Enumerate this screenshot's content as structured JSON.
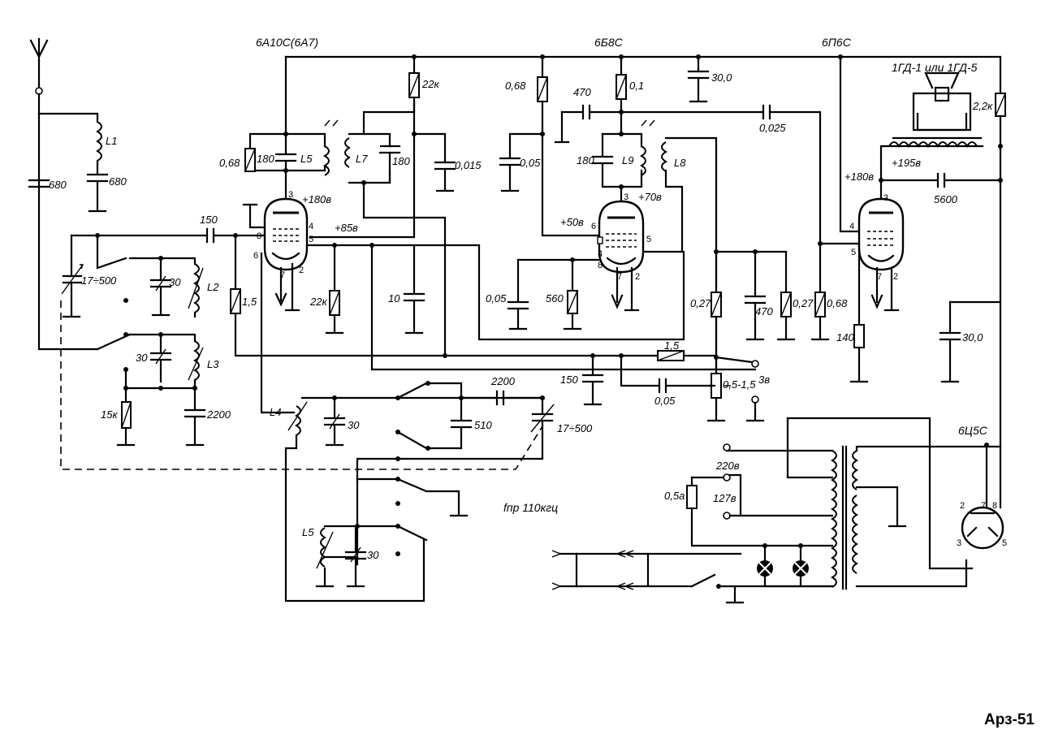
{
  "tubes": {
    "t1": "6А10С(6А7)",
    "t2": "6Б8С",
    "t3": "6П6С",
    "t4": "6Ц5С"
  },
  "speaker": "1ГД-1 или 1ГД-5",
  "code": "Арз-51",
  "labels": {
    "c680a": "680",
    "c680b": "680",
    "L1": "L1",
    "r068a": "0,68",
    "c180a": "180",
    "L5top": "L5",
    "L7": "L7",
    "c180b": "180",
    "c0015": "0,015",
    "r22k_top": "22к",
    "v180": "+180в",
    "v85": "+85в",
    "c150a": "150",
    "c17500a": "17÷500",
    "c30a": "30",
    "L2": "L2",
    "c30b": "30",
    "L3": "L3",
    "r15k": "15к",
    "c2200a": "2200",
    "r15": "1,5",
    "r22k": "22к",
    "c10": "10",
    "r068b": "0,68",
    "c470a": "470",
    "r01": "0,1",
    "c30_0a": "30,0",
    "c0025": "0,025",
    "c005a": "0,05",
    "c180c": "180",
    "L9": "L9",
    "L8": "L8",
    "v70": "+70в",
    "v50": "+50в",
    "c005b": "0,05",
    "r560": "560",
    "r027a": "0,27",
    "c470b": "470",
    "r027b": "0,27",
    "r068c": "0,68",
    "r1_5b": "1,5",
    "c150b": "150",
    "c005c": "0,05",
    "r05": "0,5-1,5",
    "v3v": "3в",
    "L4": "L4",
    "c30c": "30",
    "c2200b": "2200",
    "c510": "510",
    "c17500b": "17÷500",
    "L5bot": "L5",
    "c30d": "30",
    "fif": "fпр 110кгц",
    "r22k_spk": "2,2к",
    "v195": "+195в",
    "v180b": "+180в",
    "c5600": "5600",
    "r140": "140",
    "c30_0b": "30,0",
    "v220": "220в",
    "v127": "127в",
    "fuse": "0,5а"
  }
}
